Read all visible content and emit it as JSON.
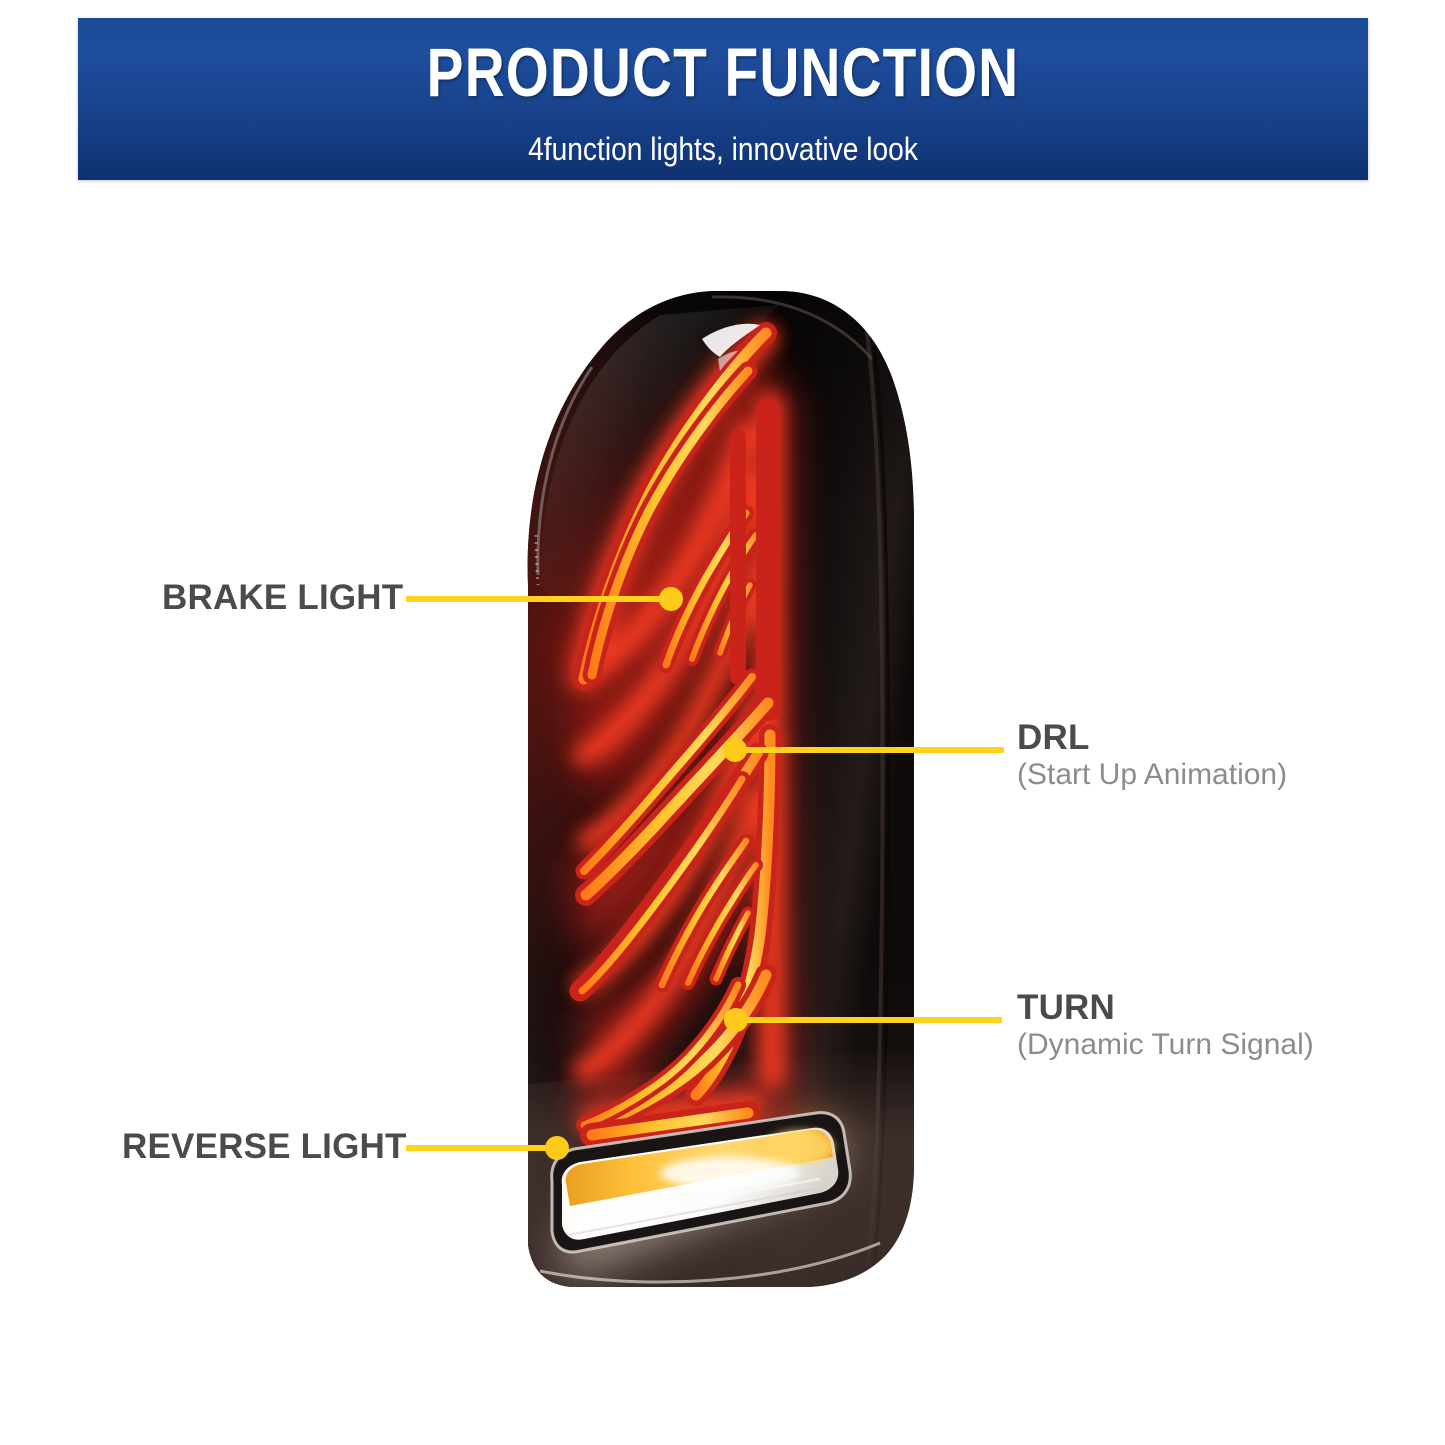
{
  "banner": {
    "title": "PRODUCT FUNCTION",
    "subtitle": "4function lights, innovative look",
    "background_color_top": "#1b4a98",
    "background_color_bottom": "#0f3170",
    "text_color": "#ffffff"
  },
  "callouts": {
    "brake": {
      "label": "BRAKE LIGHT",
      "sublabel": "",
      "side": "left"
    },
    "drl": {
      "label": "DRL",
      "sublabel": "(Start Up Animation)",
      "side": "right"
    },
    "turn": {
      "label": "TURN",
      "sublabel": "(Dynamic Turn Signal)",
      "side": "right"
    },
    "reverse": {
      "label": "REVERSE LIGHT",
      "sublabel": "",
      "side": "left"
    }
  },
  "colors": {
    "accent_yellow": "#FFD21E",
    "dot_yellow": "#FFCB1A",
    "label_text": "#4b4b4b",
    "sublabel_text": "#8c8c8c",
    "housing_dark": "#1a1515",
    "led_core": "#FFC107",
    "led_glow": "#E8352A",
    "reverse_white": "#FFFFFF",
    "turn_amber": "#FFA31A"
  },
  "product": {
    "name": "led-tail-light",
    "description": "Smoked LED tail light assembly with illuminated brake, DRL, turn and reverse light segments"
  }
}
